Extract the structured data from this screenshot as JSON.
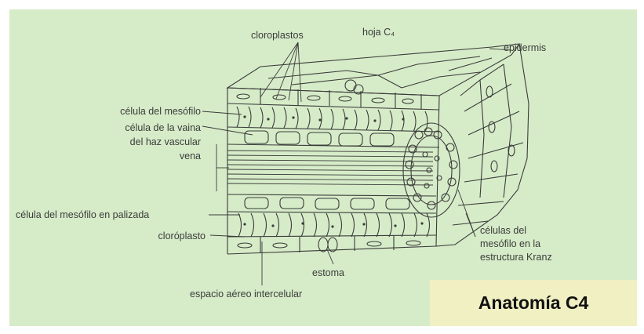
{
  "labels": {
    "cloroplastos": "cloroplastos",
    "hoja": "hoja C₄",
    "epidermis": "epidermis",
    "celula_mesofilo": "célula del mesófilo",
    "celula_vaina_1": "célula de la vaina",
    "celula_vaina_2": "del haz vascular",
    "vena": "vena",
    "celula_palizada": "célula del mesófilo en palizada",
    "cloroplasto": "cloróplasto",
    "celulas_kranz_1": "células del",
    "celulas_kranz_2": "mesófilo en la",
    "celulas_kranz_3": "estructura Kranz",
    "estoma": "estoma",
    "espacio_aereo": "espacio aéreo intercelular"
  },
  "caption": "Anatomía C4",
  "colors": {
    "panel_background": "#d6ecc8",
    "caption_background": "#f0f0c3",
    "line_art": "#3b3b3b"
  }
}
